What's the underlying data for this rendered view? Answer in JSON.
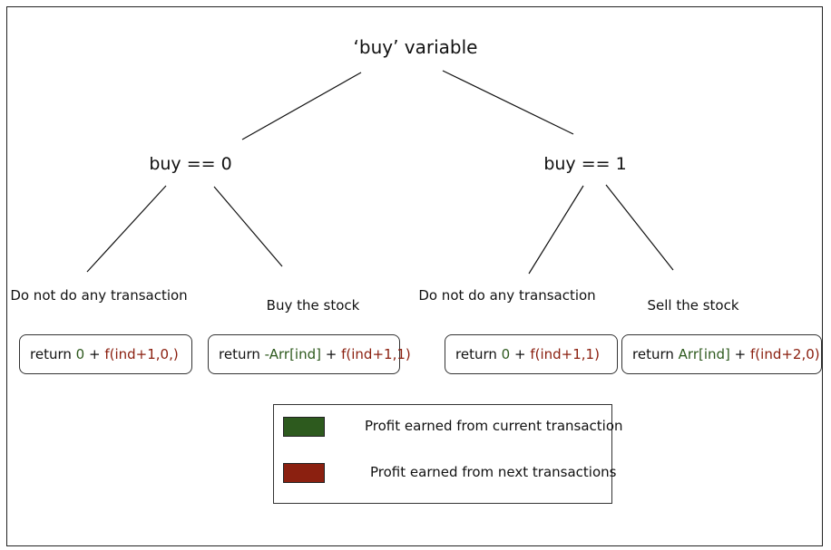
{
  "title": "‘buy’ variable",
  "branches": [
    {
      "condition": "buy == 0",
      "actions": [
        {
          "label": "Do not do any transaction",
          "code": {
            "kw": "return",
            "current": "0",
            "op": "+",
            "next": "f(ind+1,0,)"
          }
        },
        {
          "label": "Buy the stock",
          "code": {
            "kw": "return",
            "current": "-Arr[ind]",
            "op": "+",
            "next": "f(ind+1,1)"
          }
        }
      ]
    },
    {
      "condition": "buy == 1",
      "actions": [
        {
          "label": "Do not do any transaction",
          "code": {
            "kw": "return",
            "current": "0",
            "op": "+",
            "next": "f(ind+1,1)"
          }
        },
        {
          "label": "Sell the stock",
          "code": {
            "kw": "return",
            "current": "Arr[ind]",
            "op": "+",
            "next": "f(ind+2,0)"
          }
        }
      ]
    }
  ],
  "legend": [
    {
      "label": "Profit earned from current transaction",
      "color": "#2d5a1e"
    },
    {
      "label": "Profit earned from next transactions",
      "color": "#8b2010"
    }
  ],
  "colors": {
    "current": "#2e5a1e",
    "next": "#8b2010"
  }
}
